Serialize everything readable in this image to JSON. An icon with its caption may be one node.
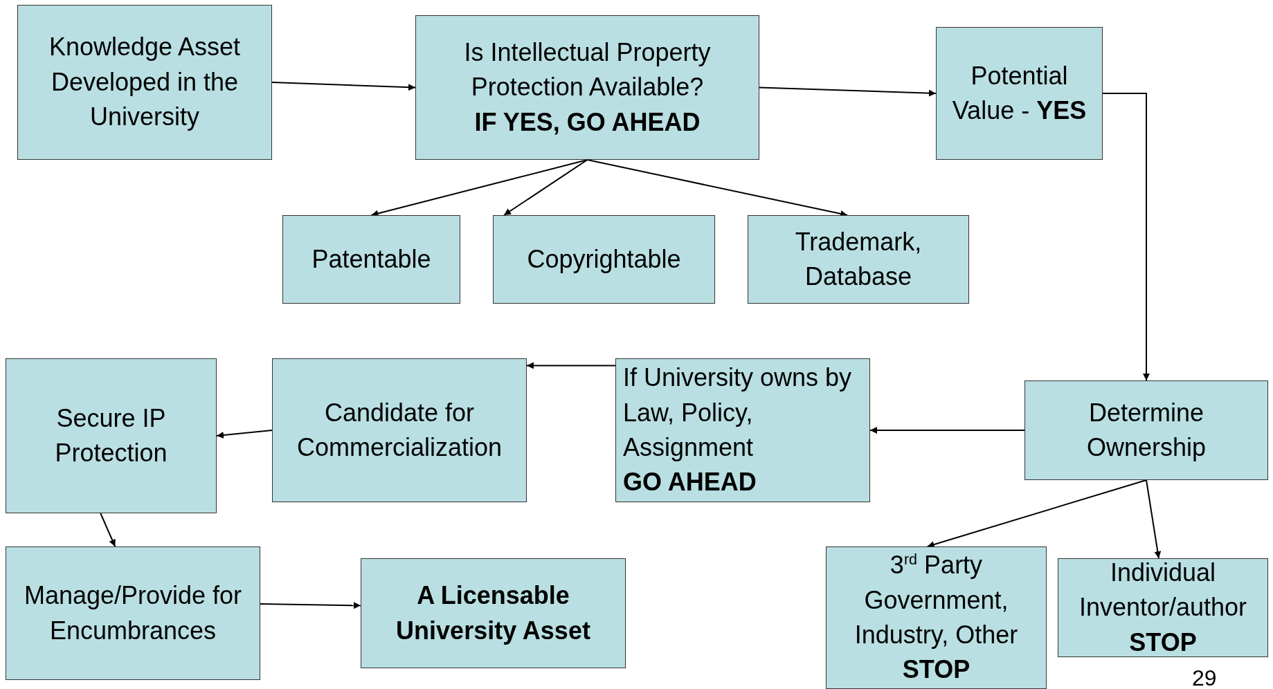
{
  "diagram": {
    "nodes": [
      {
        "text": [
          "Knowledge Asset Developed in the University"
        ]
      },
      {
        "text": [
          "Is Intellectual Property Protection Available?",
          "IF YES, GO AHEAD"
        ]
      },
      {
        "text": [
          "Potential Value - **YES**"
        ]
      },
      {
        "text": [
          "Patentable"
        ]
      },
      {
        "text": [
          "Copyrightable"
        ]
      },
      {
        "text": [
          "Trademark, Database"
        ]
      },
      {
        "text": [
          "Secure IP Protection"
        ]
      },
      {
        "text": [
          "Candidate for Commercialization"
        ]
      },
      {
        "text": [
          "If University owns by Law, Policy, Assignment",
          "GO AHEAD"
        ]
      },
      {
        "text": [
          "Determine Ownership"
        ]
      },
      {
        "text": [
          "Manage/Provide for Encumbrances"
        ]
      },
      {
        "text": [
          "A Licensable University Asset"
        ]
      },
      {
        "text": [
          "3$^{rd}$ Party Government, Industry, Other",
          "STOP"
        ]
      },
      {
        "text": [
          "Individual Inventor/author",
          "STOP"
        ]
      }
    ],
    "edges": [
      {
        "from": 0,
        "to": 1,
        "arrow": "to"
      },
      {
        "from": 1,
        "to": 2,
        "arrow": "to"
      },
      {
        "from": 1,
        "to": 3,
        "arrow": "to"
      },
      {
        "from": 1,
        "to": 4,
        "arrow": "to"
      },
      {
        "from": 1,
        "to": 5,
        "arrow": "to"
      },
      {
        "from": 2,
        "to": 9,
        "arrow": "to"
      },
      {
        "from": 9,
        "to": 8,
        "arrow": "to"
      },
      {
        "from": 8,
        "to": 7,
        "arrow": "to"
      },
      {
        "from": 7,
        "to": 6,
        "arrow": "to"
      },
      {
        "from": 6,
        "to": 10,
        "arrow": "to"
      },
      {
        "from": 10,
        "to": 11,
        "arrow": "to"
      },
      {
        "from": 9,
        "to": 12,
        "arrow": "to"
      },
      {
        "from": 9,
        "to": 13,
        "arrow": "to"
      }
    ],
    "labels": [
      "29"
    ]
  }
}
